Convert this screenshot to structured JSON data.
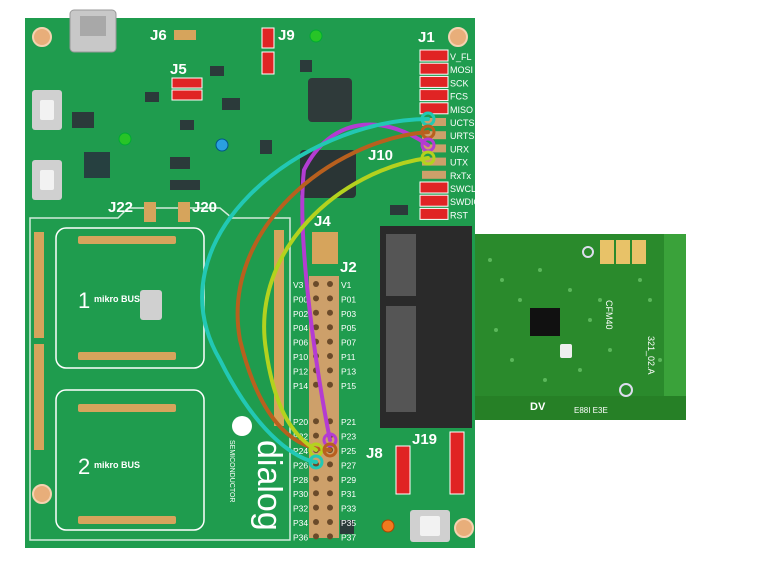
{
  "board": {
    "headers": {
      "j1": "J1",
      "j2": "J2",
      "j4": "J4",
      "j5": "J5",
      "j6": "J6",
      "j8": "J8",
      "j9": "J9",
      "j10": "J10",
      "j19": "J19",
      "j20": "J20",
      "j22": "J22"
    },
    "j1_pins": [
      "V_FL",
      "MOSI",
      "SCK",
      "FCS",
      "MISO",
      "UCTS",
      "URTS",
      "URX",
      "UTX",
      "RxTx",
      "SWCLK",
      "SWDIO",
      "RST"
    ],
    "j2_left": [
      "V3",
      "P00",
      "P02",
      "P04",
      "P06",
      "P10",
      "P12",
      "P14",
      "P20",
      "P22",
      "P24",
      "P26",
      "P28",
      "P30",
      "P32",
      "P34",
      "P36"
    ],
    "j2_right": [
      "V1",
      "P01",
      "P03",
      "P05",
      "P07",
      "P11",
      "P13",
      "P15",
      "P21",
      "P23",
      "P25",
      "P27",
      "P29",
      "P31",
      "P33",
      "P35",
      "P37"
    ],
    "mikrobus": [
      {
        "number": "1",
        "logo": "mikro BUS"
      },
      {
        "number": "2",
        "logo": "mikro BUS"
      }
    ],
    "brand": {
      "name": "dialog",
      "tagline": "SEMICONDUCTOR"
    }
  },
  "module": {
    "silkscreen": [
      "DV",
      "E88I E3E",
      "321_02.A",
      "CFM40"
    ]
  },
  "colors": {
    "pcb": "#1f9c4e",
    "pcb_dark": "#157a3a",
    "module": "#2d8a2d",
    "wire_cyan": "#22c8b4",
    "wire_orange": "#b8601e",
    "wire_purple": "#b43cd2",
    "wire_lime": "#b4d21e",
    "led_green": "#27c427",
    "led_blue": "#2aa0e0",
    "led_orange": "#f07a1e"
  }
}
